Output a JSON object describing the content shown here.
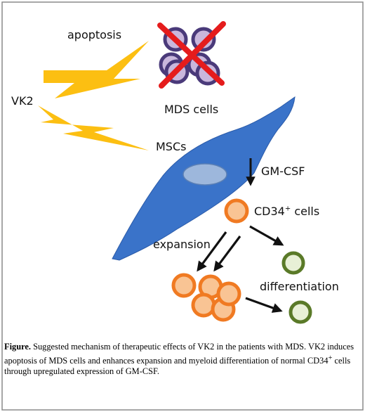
{
  "labels": {
    "apoptosis": "apoptosis",
    "vk2": "VK2",
    "mds_cells": "MDS cells",
    "mscs": "MSCs",
    "gm_csf": "GM-CSF",
    "cd34_prefix": "CD34",
    "cd34_sup": "+",
    "cd34_suffix": " cells",
    "expansion": "expansion",
    "differentiation": "differentiation"
  },
  "caption": {
    "heading": "Figure.",
    "text_part1": " Suggested mechanism of therapeutic effects of VK2 in the patients with MDS. VK2 induces apoptosis of MDS cells and enhances expansion and myeloid differentiation of normal CD34",
    "text_sup": "+",
    "text_part2": " cells through upregulated expression of GM-CSF."
  },
  "colors": {
    "lightning": "#fcbf12",
    "msc_cell": "#3a73c9",
    "msc_nucleus": "#9db7dc",
    "mds_outer": "#4a3a7a",
    "mds_inner": "#c9b7dc",
    "cross": "#e51c1c",
    "orange_outer": "#f07a22",
    "orange_inner": "#f9c494",
    "green_outer": "#5a7a28",
    "green_inner": "#e8f0d6",
    "arrow": "#111111"
  }
}
